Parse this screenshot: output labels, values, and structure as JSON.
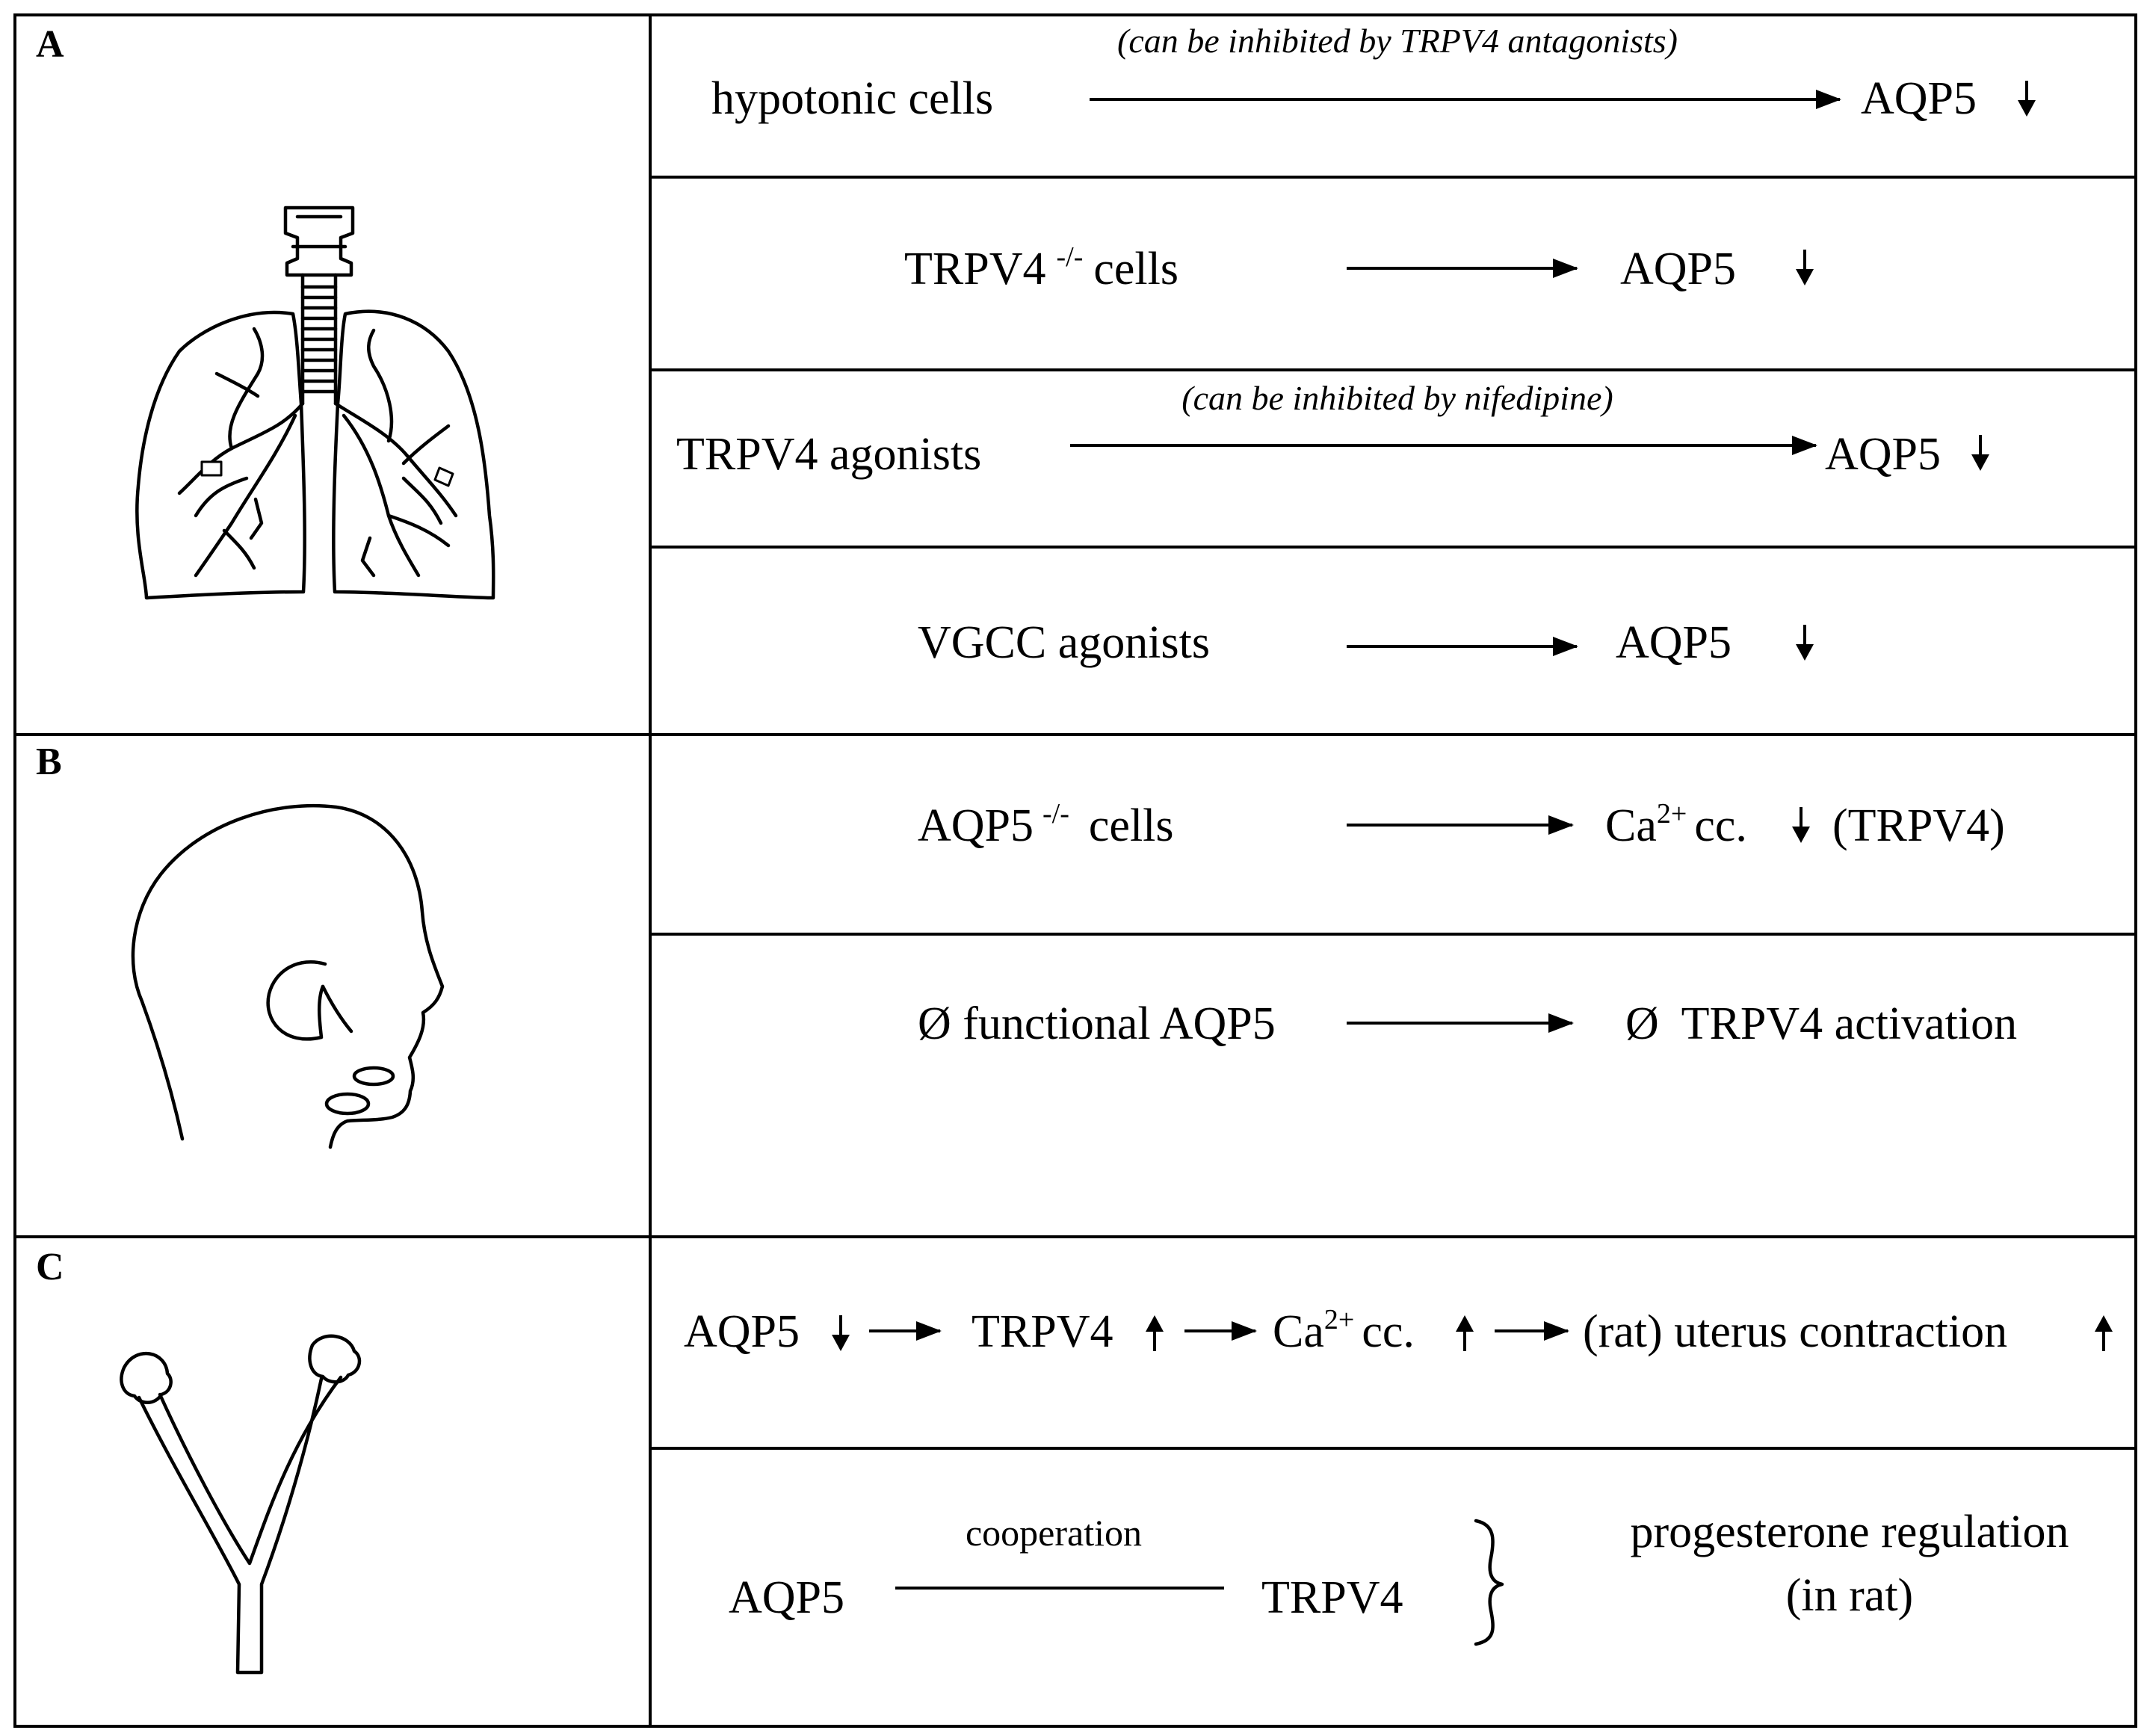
{
  "sections": [
    {
      "label": "A",
      "illustration": "lungs-illustration",
      "rows": [
        {
          "note": "(can be inhibited by TRPV4 antagonists)",
          "left": "hypotonic cells",
          "right": "AQP5",
          "right_symbol": "down-arrow"
        },
        {
          "left_main": "TRPV4",
          "left_sup": "-/-",
          "left_tail": "cells",
          "right": "AQP5",
          "right_symbol": "down-arrow"
        },
        {
          "note": "(can be inhibited by nifedipine)",
          "left": "TRPV4 agonists",
          "right": "AQP5",
          "right_symbol": "down-arrow"
        },
        {
          "left": "VGCC agonists",
          "right": "AQP5",
          "right_symbol": "down-arrow"
        }
      ]
    },
    {
      "label": "B",
      "illustration": "head-salivary-gland-illustration",
      "rows": [
        {
          "left_main": "AQP5",
          "left_sup": "-/-",
          "left_tail": "cells",
          "right_main": "Ca",
          "right_sup": "2+",
          "right_tail": "cc.",
          "right_symbol": "down-arrow",
          "right_suffix": "(TRPV4)"
        },
        {
          "left": "Ø functional AQP5",
          "right": "Ø  TRPV4 activation"
        }
      ]
    },
    {
      "label": "C",
      "illustration": "uterus-illustration",
      "rows": [
        {
          "chain": [
            {
              "text": "AQP5",
              "symbol": "down-arrow"
            },
            {
              "text": "TRPV4",
              "symbol": "up-arrow"
            },
            {
              "text_main": "Ca",
              "text_sup": "2+",
              "text_tail": "cc.",
              "symbol": "up-arrow"
            },
            {
              "text": "(rat) uterus contraction",
              "symbol": "up-arrow"
            }
          ]
        },
        {
          "left": "AQP5",
          "link_label": "cooperation",
          "right": "TRPV4",
          "result_line1": "progesterone regulation",
          "result_line2": "(in rat)"
        }
      ]
    }
  ]
}
